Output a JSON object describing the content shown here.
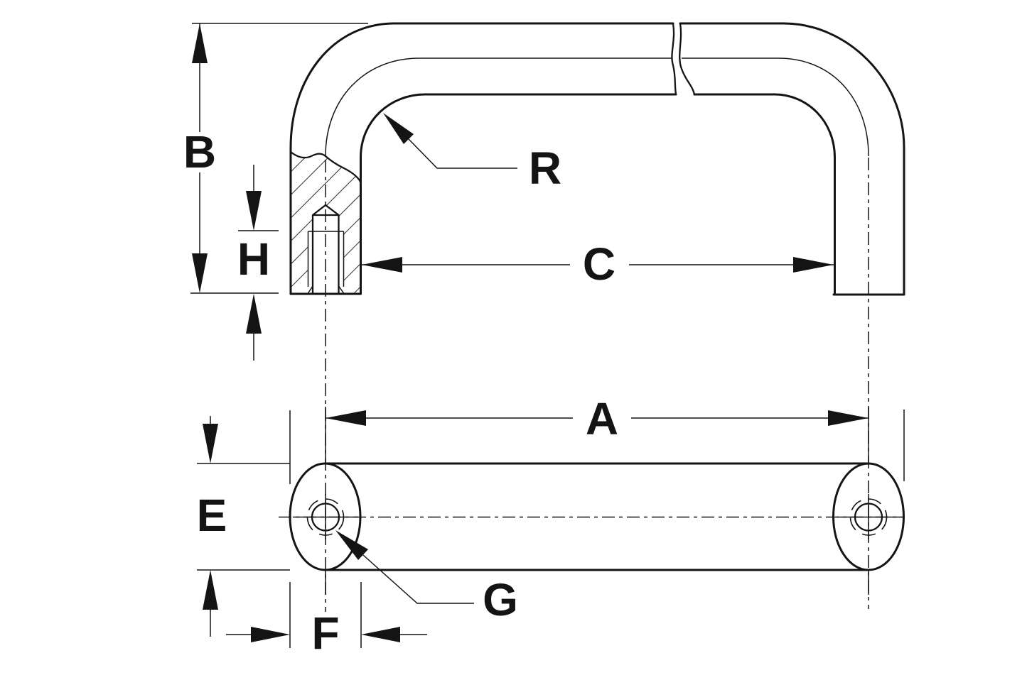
{
  "drawing": {
    "type": "technical-dimension-drawing",
    "subject": "pull-handle",
    "background_color": "#ffffff",
    "line_color": "#141414",
    "labels": {
      "B": "B",
      "H": "H",
      "R": "R",
      "C": "C",
      "A": "A",
      "E": "E",
      "F": "F",
      "G": "G"
    },
    "dimension_labels": [
      {
        "id": "B",
        "label": "B",
        "kind": "vertical-dimension"
      },
      {
        "id": "H",
        "label": "H",
        "kind": "vertical-dimension"
      },
      {
        "id": "R",
        "label": "R",
        "kind": "radius-leader"
      },
      {
        "id": "C",
        "label": "C",
        "kind": "horizontal-dimension"
      },
      {
        "id": "A",
        "label": "A",
        "kind": "horizontal-dimension"
      },
      {
        "id": "E",
        "label": "E",
        "kind": "vertical-dimension"
      },
      {
        "id": "F",
        "label": "F",
        "kind": "horizontal-dimension"
      },
      {
        "id": "G",
        "label": "G",
        "kind": "hole-leader"
      }
    ]
  }
}
